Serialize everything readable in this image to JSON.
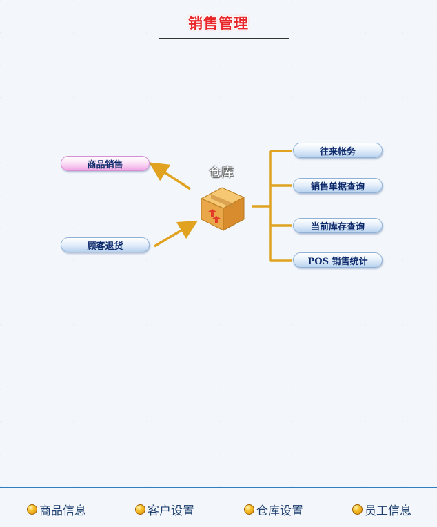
{
  "page": {
    "title": "销售管理"
  },
  "diagram": {
    "center_label": "仓库",
    "left_items": [
      {
        "label": "商品销售"
      },
      {
        "label": "顾客退货"
      }
    ],
    "right_items": [
      {
        "label": "往来帐务"
      },
      {
        "label": "销售单据查询"
      },
      {
        "label": "当前库存查询"
      },
      {
        "label": "POS 销售统计"
      }
    ]
  },
  "footer": {
    "items": [
      {
        "label": "商品信息"
      },
      {
        "label": "客户设置"
      },
      {
        "label": "仓库设置"
      },
      {
        "label": "员工信息"
      }
    ]
  },
  "colors": {
    "title": "#e8262a",
    "connector": "#e0a21f",
    "footer_rule": "#2d7fc1"
  }
}
